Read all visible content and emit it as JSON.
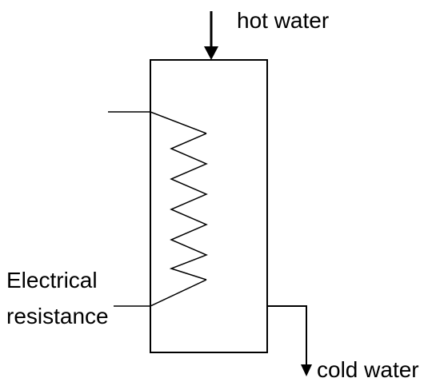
{
  "labels": {
    "inlet": "hot water",
    "outlet": "cold water",
    "heater_line1": "Electrical",
    "heater_line2": "resistance"
  },
  "colors": {
    "line": "#000000",
    "background": "#ffffff"
  }
}
